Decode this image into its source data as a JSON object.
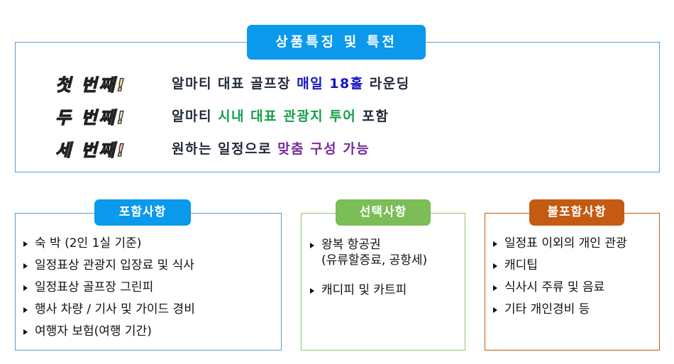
{
  "features": {
    "title": "상품특징 및 특전",
    "rows": [
      {
        "ordinal": "첫 번째!",
        "text_before": "알마티 대표 골프장 ",
        "highlight": "매일 18홀",
        "text_after": " 라운딩",
        "highlight_color": "#1515c8"
      },
      {
        "ordinal": "두 번째!",
        "text_before": "알마티 ",
        "highlight": "시내 대표 관광지 투어",
        "text_after": " 포함",
        "highlight_color": "#12a04a"
      },
      {
        "ordinal": "세 번째!",
        "text_before": "원하는 일정으로 ",
        "highlight": "맞춤 구성 가능",
        "text_after": "",
        "highlight_color": "#7a2a9e"
      }
    ]
  },
  "included": {
    "title": "포함사항",
    "items": [
      "숙 박 (2인 1실 기준)",
      "일정표상 관광지 입장료 및 식사",
      "일정표상 골프장 그린피",
      "행사 차량 / 기사 및 가이드 경비",
      "여행자 보험(여행 기간)"
    ]
  },
  "optional": {
    "title": "선택사항",
    "items": [
      {
        "line1": "왕복 항공권",
        "line2": "(유류할증료, 공항세)"
      },
      {
        "line1": "캐디피 및 카트피",
        "line2": ""
      }
    ]
  },
  "excluded": {
    "title": "불포함사항",
    "items": [
      "일정표 이외의 개인 관광",
      "캐디팁",
      "식사시 주류 및 음료",
      "기타 개인경비 등"
    ]
  },
  "colors": {
    "blue_accent": "#0b99ec",
    "green_accent": "#7bbd57",
    "orange_accent": "#c55a11"
  }
}
